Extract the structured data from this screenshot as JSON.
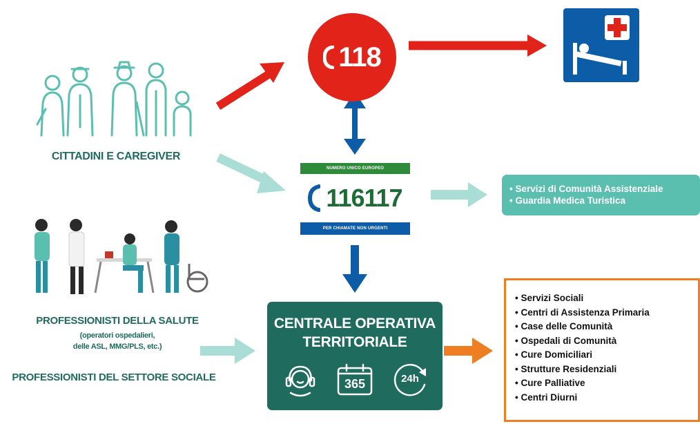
{
  "left": {
    "citizens_label": "CITTADINI E CAREGIVER",
    "professionals_label": "PROFESSIONISTI DELLA SALUTE",
    "professionals_sub1": "(operatori ospedalieri,",
    "professionals_sub2": "delle ASL, MMG/PLS, etc.)",
    "social_label": "PROFESSIONISTI DEL SETTORE SOCIALE"
  },
  "emergency": {
    "number": "118"
  },
  "non_urgent": {
    "header": "NUMERO UNICO EUROPEO",
    "number": "116117",
    "footer": "PER CHIAMATE NON URGENTI"
  },
  "services_box": {
    "items": [
      "Servizi di Comunità Assistenziale",
      "Guardia Medica Turistica"
    ]
  },
  "central": {
    "title_line1": "CENTRALE OPERATIVA",
    "title_line2": "TERRITORIALE",
    "icon_days": "365",
    "icon_hours": "24h"
  },
  "territory_services": {
    "items": [
      "Servizi Sociali",
      "Centri di Assistenza Primaria",
      "Case delle Comunità",
      "Ospedali di Comunità",
      "Cure Domiciliari",
      "Strutture Residenziali",
      "Cure Palliative",
      "Centri Diurni"
    ]
  },
  "colors": {
    "red": "#e2231a",
    "blue": "#0d5ca8",
    "green": "#2e8b3a",
    "teal_dark": "#1f6b5e",
    "teal_light": "#a9ddd6",
    "orange": "#ef7d22"
  },
  "icons": [
    "family-icon",
    "phone-icon",
    "hospital-bed-icon",
    "health-workers-icon",
    "headset-operator-icon",
    "calendar-icon",
    "clock-24h-icon"
  ]
}
